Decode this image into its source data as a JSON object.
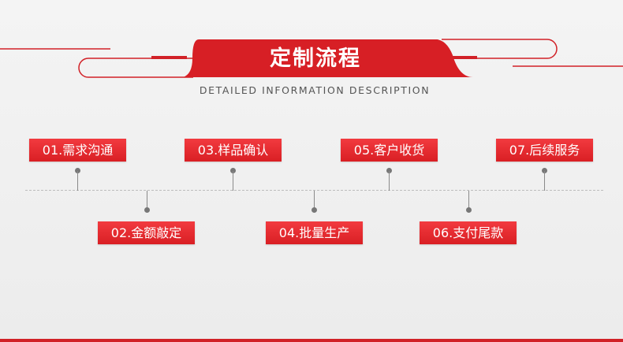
{
  "header": {
    "title": "定制流程",
    "subtitle": "DETAILED INFORMATION DESCRIPTION"
  },
  "colors": {
    "accent": "#d91f24",
    "accent_light": "#f23a3f",
    "background": "#eeeeee",
    "timeline": "#bdbdbd"
  },
  "steps": [
    {
      "label": "01.需求沟通"
    },
    {
      "label": "02.金额敲定"
    },
    {
      "label": "03.样品确认"
    },
    {
      "label": "04.批量生产"
    },
    {
      "label": "05.客户收货"
    },
    {
      "label": "06.支付尾款"
    },
    {
      "label": "07.后续服务"
    }
  ]
}
